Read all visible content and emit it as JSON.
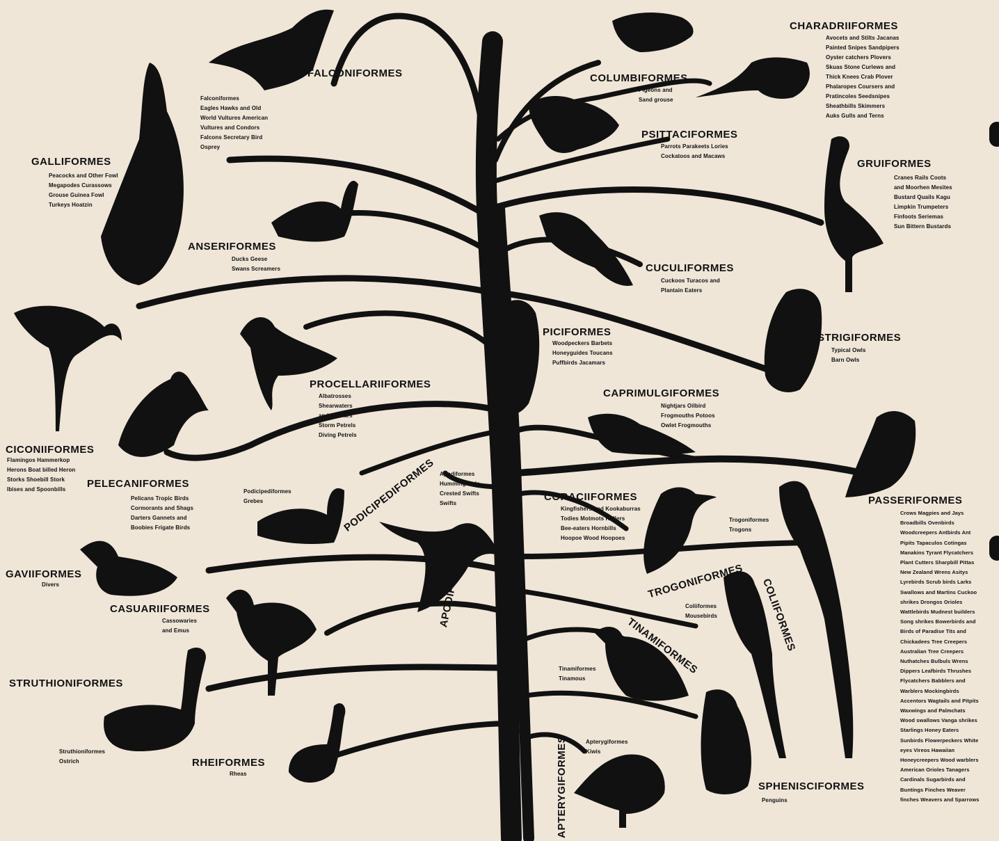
{
  "orders": {
    "falconiformes": {
      "name": "FALCONIFORMES",
      "members": "Falconiformes\nEagles Hawks and Old\nWorld Vultures American\nVultures and Condors\nFalcons Secretary Bird\nOsprey"
    },
    "galliformes": {
      "name": "GALLIFORMES",
      "members": "Peacocks and Other Fowl\nMegapodes Curassows\nGrouse Guinea Fowl\nTurkeys Hoatzin"
    },
    "anseriformes": {
      "name": "ANSERIFORMES",
      "members": "Ducks Geese\nSwans Screamers"
    },
    "procellariiformes": {
      "name": "PROCELLARIIFORMES",
      "members": "Albatrosses\nShearwaters\nand Fulmars\nStorm Petrels\nDiving Petrels"
    },
    "ciconiiformes": {
      "name": "CICONIIFORMES",
      "members": "Flamingos Hammerkop\nHerons Boat billed Heron\nStorks Shoebill Stork\nIbises and Spoonbills"
    },
    "pelecaniformes": {
      "name": "PELECANIFORMES",
      "members": "Pelicans Tropic Birds\nCormorants and Shags\nDarters Gannets and\nBoobies Frigate Birds"
    },
    "podicipediformes": {
      "name": "PODICIPEDIFORMES",
      "members": "Podicipediformes\nGrebes"
    },
    "apodiformes": {
      "name": "APODIFORMES",
      "members": "Apodiformes\nHummingbirds\nCrested Swifts\nSwifts"
    },
    "gaviiformes": {
      "name": "GAVIIFORMES",
      "members": "Divers"
    },
    "casuariiformes": {
      "name": "CASUARIIFORMES",
      "members": "Cassowaries\nand Emus"
    },
    "struthioniformes": {
      "name": "STRUTHIONIFORMES",
      "members": "Struthioniformes\nOstrich"
    },
    "rheiformes": {
      "name": "RHEIFORMES",
      "members": "Rheas"
    },
    "apterygiformes": {
      "name": "APTERYGIFORMES",
      "members": "Apterygiformes\nKiwis"
    },
    "charadriiformes": {
      "name": "CHARADRIIFORMES",
      "members": "Avocets and Stilts Jacanas\nPainted Snipes Sandpipers\nOyster catchers Plovers\nSkuas Stone Curlews and\nThick Knees Crab Plover\nPhalaropes Coursers and\nPratincoles Seedsnipes\nSheathbills Skimmers\nAuks Gulls and Terns"
    },
    "columbiformes": {
      "name": "COLUMBIFORMES",
      "members": "Pigeons and\nSand grouse"
    },
    "psittaciformes": {
      "name": "PSITTACIFORMES",
      "members": "Parrots Parakeets Lories\nCockatoos and Macaws"
    },
    "gruiformes": {
      "name": "GRUIFORMES",
      "members": "Cranes Rails Coots\nand Moorhen Mesites\nBustard Quails Kagu\nLimpkin Trumpeters\nFinfoots Seriemas\nSun Bittern Bustards"
    },
    "cuculiformes": {
      "name": "CUCULIFORMES",
      "members": "Cuckoos Turacos and\nPlantain Eaters"
    },
    "piciformes": {
      "name": "PICIFORMES",
      "members": "Woodpeckers Barbets\nHoneyguides Toucans\nPuffbirds Jacamars"
    },
    "strigiformes": {
      "name": "STRIGIFORMES",
      "members": "Typical Owls\nBarn Owls"
    },
    "caprimulgiformes": {
      "name": "CAPRIMULGIFORMES",
      "members": "Nightjars Oilbird\nFrogmouths Potoos\nOwlet Frogmouths"
    },
    "coraciiformes": {
      "name": "CORACIIFORMES",
      "members": "Kingfishers and Kookaburras\nTodies Motmots Rollers\nBee-eaters Hornbills\nHoopoe Wood Hoopoes"
    },
    "trogoniformes": {
      "name": "TROGONIFORMES",
      "members": "Trogoniformes\nTrogons"
    },
    "coliiformes": {
      "name": "COLIIFORMES",
      "members": "Coliiformes\nMousebirds"
    },
    "tinamiformes": {
      "name": "TINAMIFORMES",
      "members": "Tinamiformes\nTinamous"
    },
    "sphenisciformes": {
      "name": "SPHENISCIFORMES",
      "members": "Penguins"
    },
    "passeriformes": {
      "name": "PASSERIFORMES",
      "members": "Crows Magpies and Jays\nBroadbills Ovenbirds\nWoodcreepers Antbirds Ant\nPipits Tapaculos Cotingas\nManakins Tyrant Flycatchers\nPlant Cutters Sharpbill Pittas\nNew Zealand Wrens Asitys\nLyrebirds Scrub birds Larks\nSwallows and Martins Cuckoo\nshrikes Drongos Orioles\nWattlebirds Mudnest builders\nSong shrikes Bowerbirds and\nBirds of Paradise Tits and\nChickadees Tree Creepers\nAustralian Tree Creepers\nNuthatches Bulbuls Wrens\nDippers Leafbirds Thrushes\nFlycatchers Babblers and\nWarblers Mockingbirds\nAccentors Wagtails and Pitpits\nWaxwings and Palmchats\nWood swallows Vanga shrikes\nStarlings Honey Eaters\nSunbirds Flowerpeckers White\neyes Vireos Hawaiian\nHoneycreepers Wood warblers\nAmerican Orioles Tanagers\nCardinals Sugarbirds and\nBuntings Finches Weaver\nfinches Weavers and Sparrows"
    }
  },
  "colors": {
    "ink": "#111111",
    "paper": "#efe6d8"
  }
}
